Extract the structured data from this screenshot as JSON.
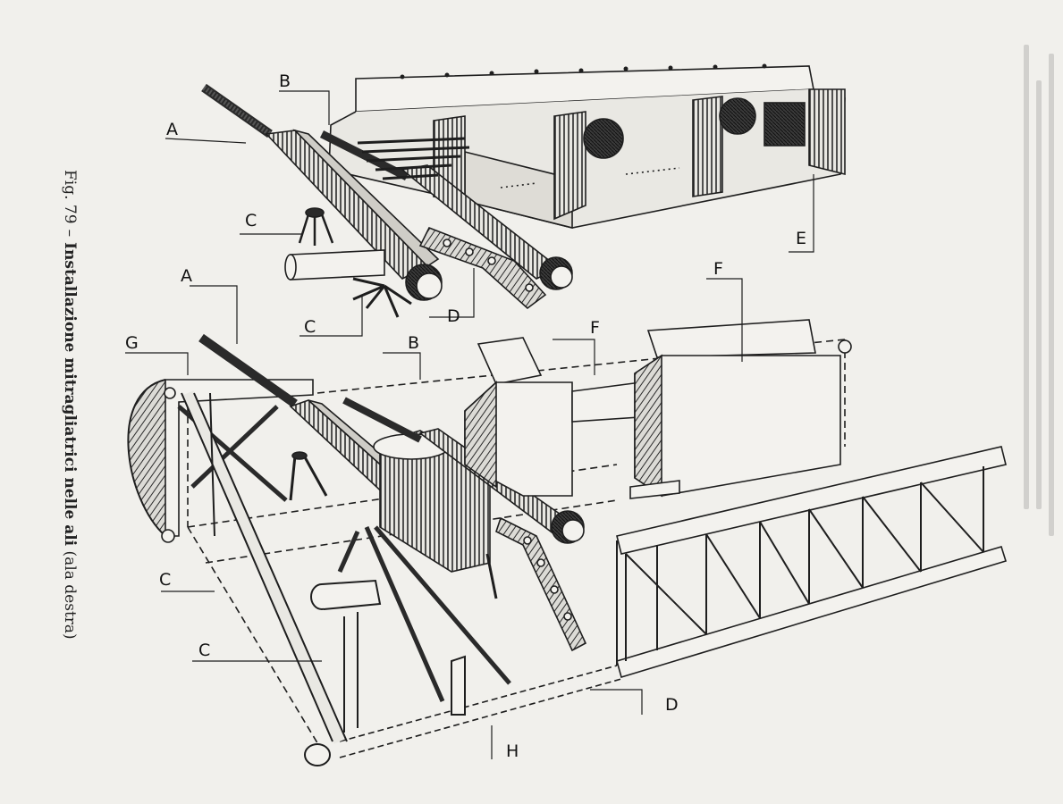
{
  "caption": {
    "fig_number": "Fig. 79",
    "dash": "–",
    "title": "Installazione mitragliatrici nelle ali",
    "subtitle": "(ala destra)"
  },
  "labels": {
    "a_top": "A",
    "b_top": "B",
    "c_top": "C",
    "c_mid": "C",
    "d_top": "D",
    "e_top": "E",
    "f_left": "F",
    "f_right": "F",
    "a_low": "A",
    "g_low": "G",
    "b_low": "B",
    "c_low1": "C",
    "c_low2": "C",
    "d_low": "D",
    "h_low": "H"
  },
  "colors": {
    "paper": "#f1f0ec",
    "ink": "#1e1e1e",
    "hatch": "#3a3a3a"
  }
}
